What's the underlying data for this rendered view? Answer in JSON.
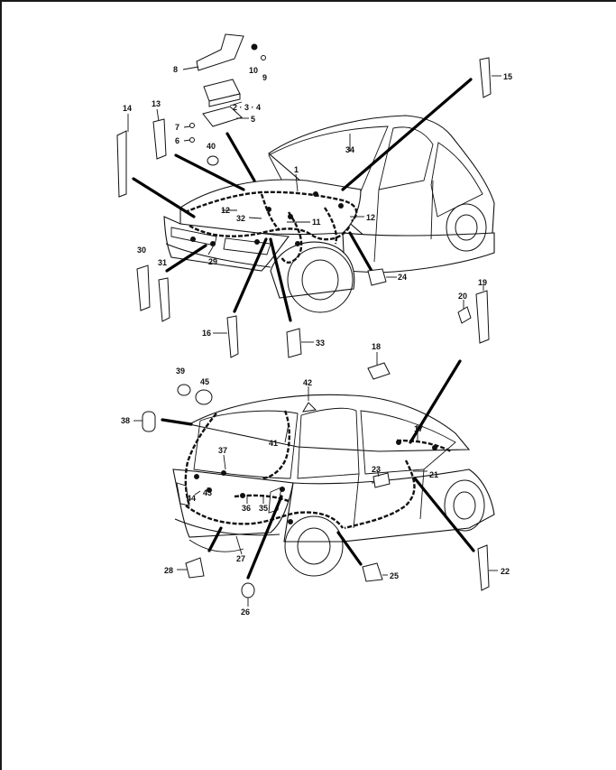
{
  "callouts": [
    {
      "id": "c1",
      "label": "1"
    },
    {
      "id": "c2",
      "label": "2 · 3 · 4"
    },
    {
      "id": "c5",
      "label": "5"
    },
    {
      "id": "c6",
      "label": "6"
    },
    {
      "id": "c7",
      "label": "7"
    },
    {
      "id": "c8",
      "label": "8"
    },
    {
      "id": "c9",
      "label": "9"
    },
    {
      "id": "c10",
      "label": "10"
    },
    {
      "id": "c11",
      "label": "11"
    },
    {
      "id": "c12a",
      "label": "12"
    },
    {
      "id": "c12b",
      "label": "12"
    },
    {
      "id": "c13",
      "label": "13"
    },
    {
      "id": "c14",
      "label": "14"
    },
    {
      "id": "c15",
      "label": "15"
    },
    {
      "id": "c16",
      "label": "16"
    },
    {
      "id": "c17",
      "label": "17"
    },
    {
      "id": "c18",
      "label": "18"
    },
    {
      "id": "c19",
      "label": "19"
    },
    {
      "id": "c20",
      "label": "20"
    },
    {
      "id": "c21",
      "label": "21"
    },
    {
      "id": "c22",
      "label": "22"
    },
    {
      "id": "c23",
      "label": "23"
    },
    {
      "id": "c24",
      "label": "24"
    },
    {
      "id": "c25",
      "label": "25"
    },
    {
      "id": "c26",
      "label": "26"
    },
    {
      "id": "c27",
      "label": "27"
    },
    {
      "id": "c28",
      "label": "28"
    },
    {
      "id": "c29",
      "label": "29"
    },
    {
      "id": "c30",
      "label": "30"
    },
    {
      "id": "c31",
      "label": "31"
    },
    {
      "id": "c32",
      "label": "32"
    },
    {
      "id": "c33",
      "label": "33"
    },
    {
      "id": "c34",
      "label": "34"
    },
    {
      "id": "c35",
      "label": "35"
    },
    {
      "id": "c36",
      "label": "36"
    },
    {
      "id": "c37",
      "label": "37"
    },
    {
      "id": "c38",
      "label": "38"
    },
    {
      "id": "c39",
      "label": "39"
    },
    {
      "id": "c40",
      "label": "40"
    },
    {
      "id": "c41",
      "label": "41"
    },
    {
      "id": "c42",
      "label": "42"
    },
    {
      "id": "c43",
      "label": "43"
    },
    {
      "id": "c44",
      "label": "44"
    },
    {
      "id": "c45",
      "label": "45"
    }
  ]
}
